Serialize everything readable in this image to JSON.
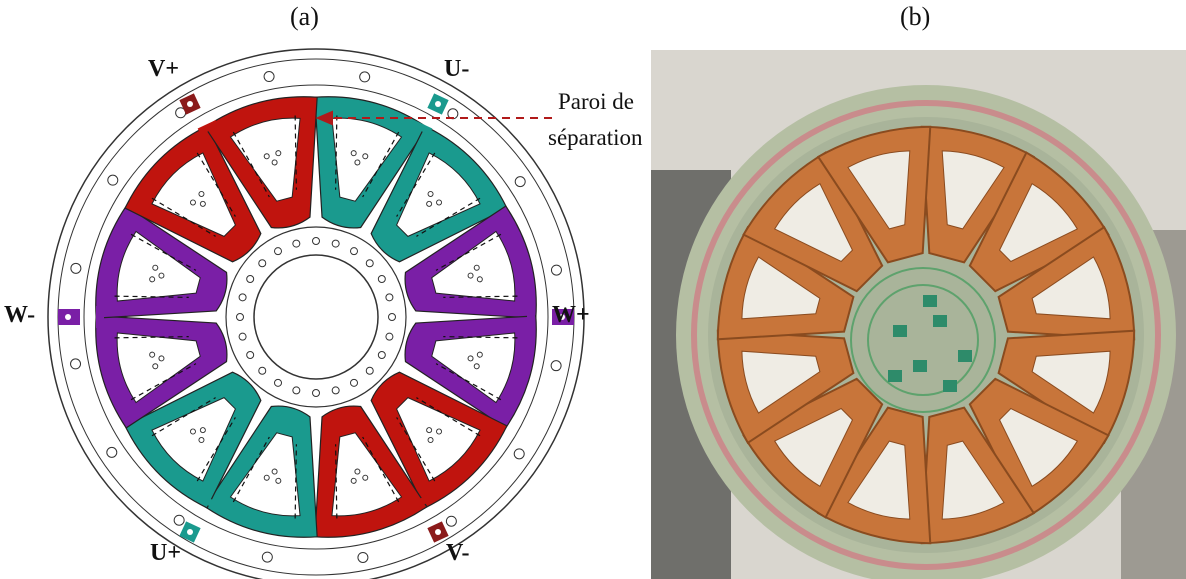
{
  "panels": {
    "a_label": "(a)",
    "b_label": "(b)"
  },
  "phase_labels": {
    "v_plus": "V+",
    "u_minus": "U-",
    "w_minus": "W-",
    "w_plus": "W+",
    "u_plus": "U+",
    "v_minus": "V-"
  },
  "annotation": {
    "line1": "Paroi de",
    "line2": "séparation"
  },
  "colors": {
    "phase_u": "#1a9a8e",
    "phase_v": "#c0140e",
    "phase_w": "#7a1fa6",
    "arrow_dashed": "#b11a1a",
    "copper": "#c8753a",
    "board": "#b9c4a6"
  }
}
